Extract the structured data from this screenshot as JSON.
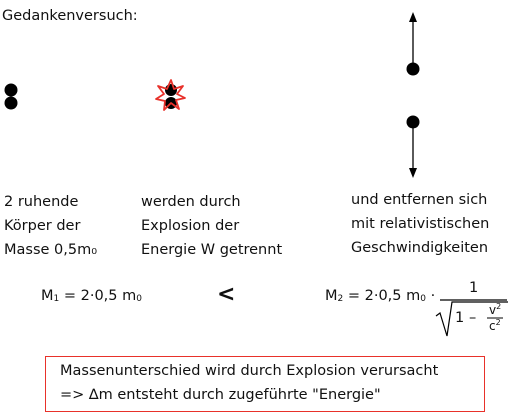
{
  "heading": "Gedankenversuch:",
  "columns": [
    {
      "lines": [
        "2 ruhende",
        "Körper der",
        "Masse 0,5m₀"
      ]
    },
    {
      "lines": [
        "werden durch",
        "Explosion der",
        "Energie W getrennt"
      ]
    },
    {
      "lines": [
        "und entfernen sich",
        "mit relativistischen",
        "Geschwindigkeiten"
      ]
    }
  ],
  "formula": {
    "m1_symbol": "M",
    "m1_sub": "1",
    "m1_rhs": "= 2·0,5 m",
    "m1_rhs_sub": "0",
    "relation": "<",
    "m2_symbol": "M",
    "m2_sub": "2",
    "m2_rhs": "= 2·0,5 m",
    "m2_rhs_sub": "0",
    "dot": "·",
    "numerator": "1",
    "one": "1",
    "minus": "–",
    "v": "v",
    "c": "c",
    "exp": "2"
  },
  "conclusion": {
    "line1": "Massenunterschied wird durch Explosion verursacht",
    "line2": "=> ∆m entsteht durch zugeführte \"Energie\""
  },
  "colors": {
    "mass": "#000000",
    "explosion": "#e8312a",
    "box_border": "#e8312a"
  }
}
